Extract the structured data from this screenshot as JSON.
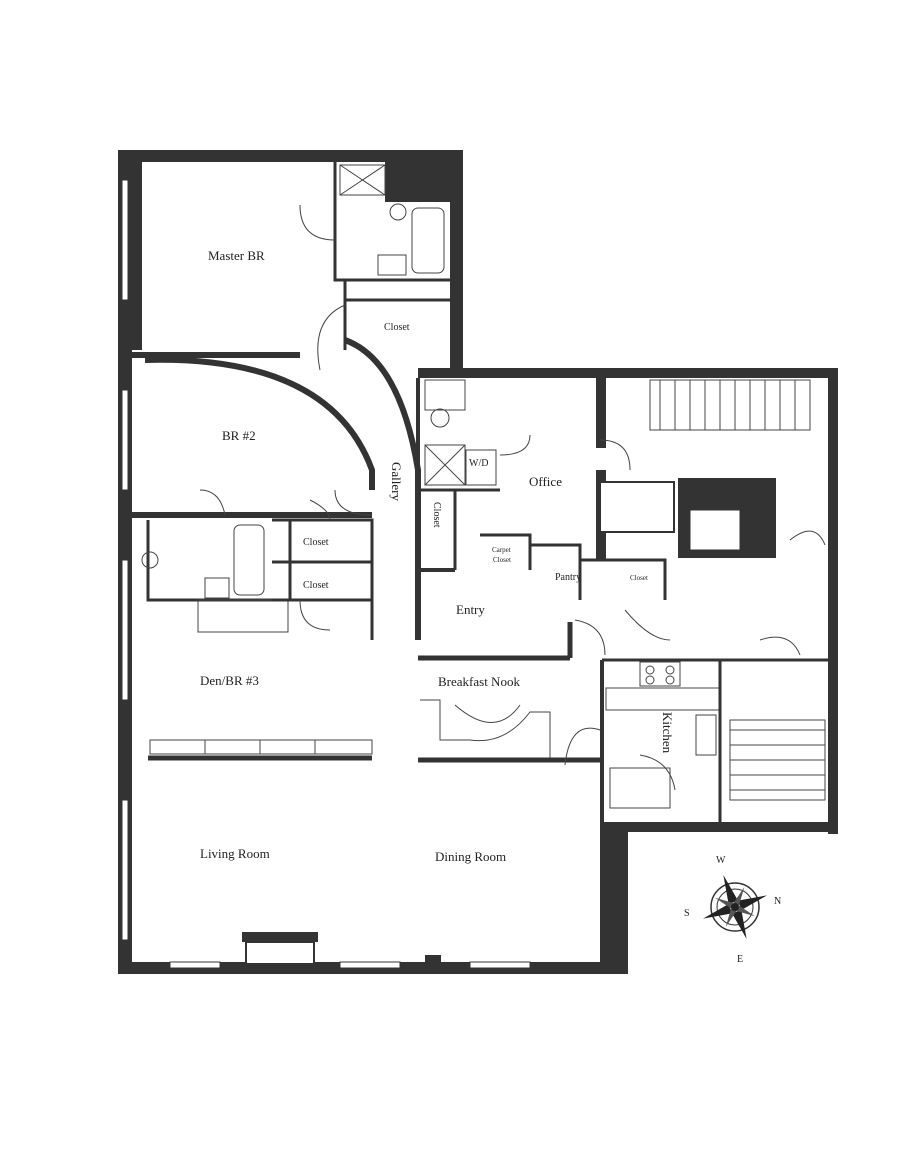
{
  "rooms": {
    "master_br": "Master BR",
    "closet_master": "Closet",
    "br2": "BR #2",
    "gallery": "Gallery",
    "closet_gallery": "Closet",
    "closet_a": "Closet",
    "closet_b": "Closet",
    "wd": "W/D",
    "office": "Office",
    "carpet_closet_1": "Carpet",
    "carpet_closet_2": "Closet",
    "pantry": "Pantry",
    "closet_pantry": "Closet",
    "entry": "Entry",
    "den": "Den/BR #3",
    "breakfast_nook": "Breakfast Nook",
    "kitchen": "Kitchen",
    "living_room": "Living Room",
    "dining_room": "Dining Room"
  },
  "compass": {
    "w": "W",
    "n": "N",
    "s": "S",
    "e": "E"
  },
  "colors": {
    "wall": "#333333",
    "paper": "#ffffff"
  }
}
